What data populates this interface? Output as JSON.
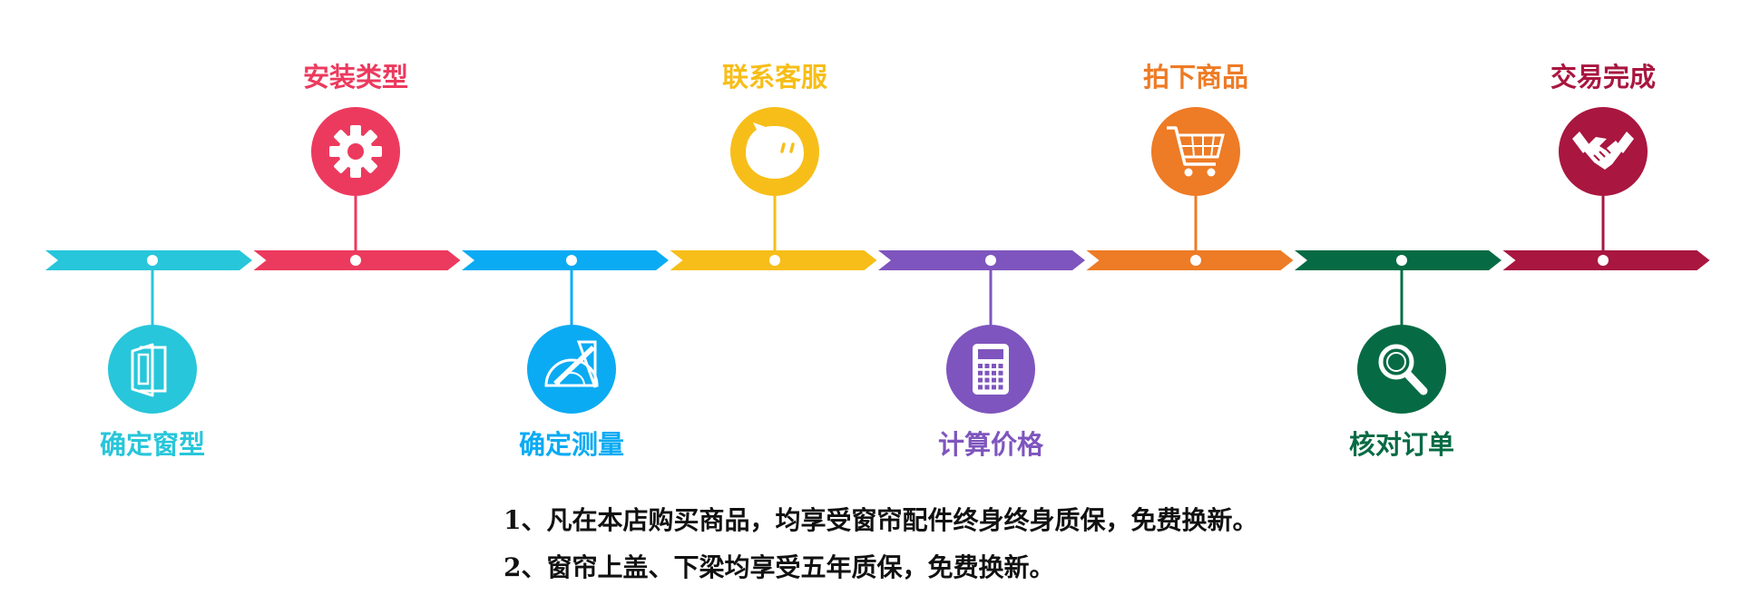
{
  "steps": [
    {
      "label": "确定窗型",
      "color": "#27C6DA",
      "icon": "door-icon",
      "side": "below"
    },
    {
      "label": "安装类型",
      "color": "#EC3A5E",
      "icon": "gear-icon",
      "side": "above"
    },
    {
      "label": "确定测量",
      "color": "#0BABF3",
      "icon": "ruler-protractor-icon",
      "side": "below"
    },
    {
      "label": "联系客服",
      "color": "#F7BE19",
      "icon": "chat-bubble-icon",
      "side": "above"
    },
    {
      "label": "计算价格",
      "color": "#7E55BE",
      "icon": "calculator-icon",
      "side": "below"
    },
    {
      "label": "拍下商品",
      "color": "#EE7B25",
      "icon": "shopping-cart-icon",
      "side": "above"
    },
    {
      "label": "核对订单",
      "color": "#066B44",
      "icon": "magnifier-icon",
      "side": "below"
    },
    {
      "label": "交易完成",
      "color": "#A9163F",
      "icon": "handshake-icon",
      "side": "above"
    }
  ],
  "notes": [
    "1、凡在本店购买商品，均享受窗帘配件终身终身质保，免费换新。",
    "2、窗帘上盖、下梁均享受五年质保，免费换新。"
  ]
}
